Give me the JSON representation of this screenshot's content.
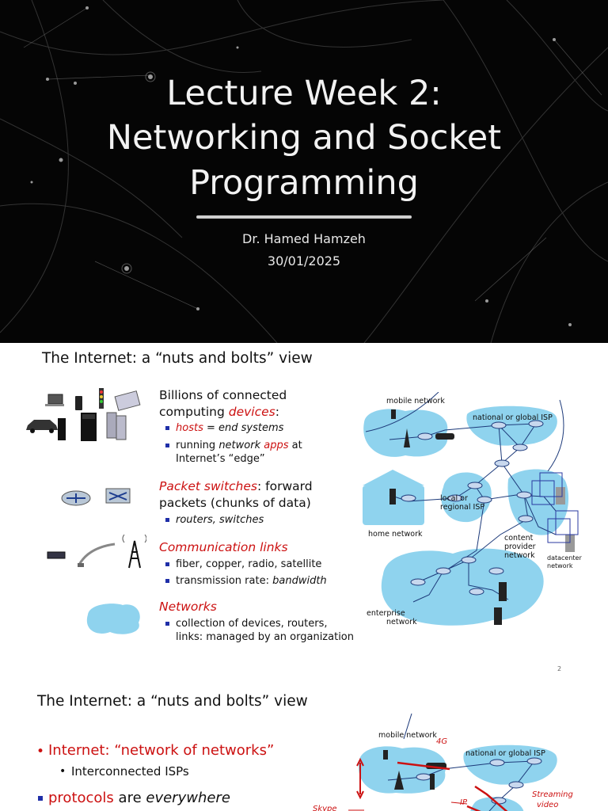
{
  "slide1": {
    "title_line1": "Lecture Week 2:",
    "title_line2": "Networking and Socket",
    "title_line3": "Programming",
    "author": "Dr. Hamed Hamzeh",
    "date": "30/01/2025"
  },
  "slide2": {
    "title": "The Internet: a “nuts and bolts” view",
    "devices_head_1": "Billions of connected",
    "devices_head_2a": "computing ",
    "devices_head_2b": "devices",
    "devices_head_2c": ":",
    "devices_b1a": "hosts",
    "devices_b1b": " = end systems",
    "devices_b2a": "running ",
    "devices_b2b": "network",
    "devices_b2c": " ",
    "devices_b2d": "apps",
    "devices_b2e": " at",
    "devices_b2f": "Internet’s “edge”",
    "switches_head_a": "Packet switches",
    "switches_head_b": ": forward",
    "switches_head_2": "packets (chunks of data)",
    "switches_b1": "routers, switches",
    "links_head": "Communication links",
    "links_b1": "fiber, copper, radio, satellite",
    "links_b2a": "transmission rate: ",
    "links_b2b": "bandwidth",
    "networks_head": "Networks",
    "networks_b1": "collection of devices, routers,",
    "networks_b2": "links: managed by an organization",
    "diagram": {
      "mobile": "mobile network",
      "national": "national or global ISP",
      "local_1": "local or",
      "local_2": "regional ISP",
      "home": "home network",
      "content_1": "content",
      "content_2": "provider",
      "content_3": "network",
      "datacenter_1": "datacenter",
      "datacenter_2": "network",
      "enterprise_1": "enterprise",
      "enterprise_2": "network"
    },
    "page_number": "2"
  },
  "slide3": {
    "title": "The Internet: a “nuts and bolts” view",
    "b1": "Internet: “network of networks”",
    "b1_sub": "Interconnected ISPs",
    "b2a": "protocols",
    "b2b": " are ",
    "b2c": "everywhere",
    "diagram": {
      "mobile": "mobile network",
      "fourg": "4G",
      "national": "national or global ISP",
      "streaming_1": "Streaming",
      "streaming_2": "video",
      "ip": "IP",
      "skype": "Skype"
    }
  },
  "colors": {
    "accent_red": "#cc1111",
    "bullet_blue": "#1f2fa8",
    "cloud_blue": "#8fd3ee"
  }
}
